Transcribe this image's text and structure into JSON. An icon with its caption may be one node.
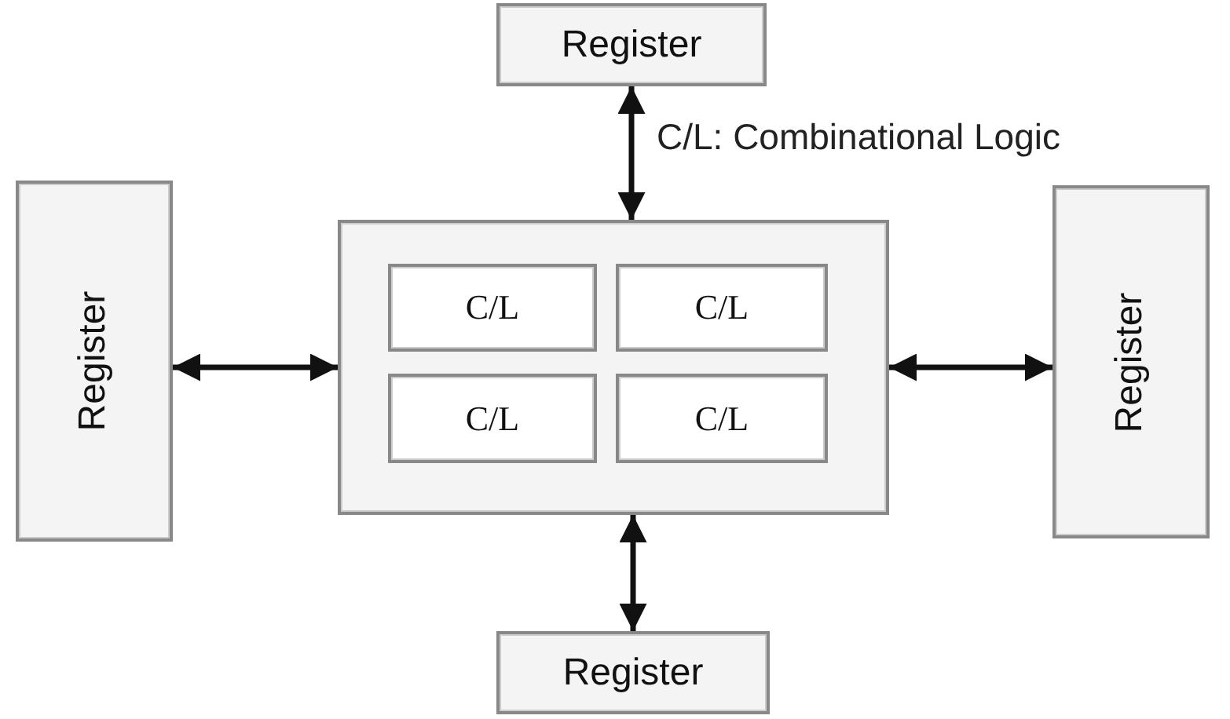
{
  "diagram": {
    "nodes": [
      {
        "text": [
          "Register"
        ]
      },
      {
        "text": [
          "Register"
        ]
      },
      {
        "text": [],
        "shape": "box"
      },
      {
        "text": [
          "C/L"
        ],
        "in": 2
      },
      {
        "text": [
          "C/L"
        ],
        "in": 2
      },
      {
        "text": [
          "C/L"
        ],
        "in": 2
      },
      {
        "text": [
          "C/L"
        ],
        "in": 2
      },
      {
        "text": [
          "Register"
        ]
      },
      {
        "text": [
          "Register"
        ]
      }
    ],
    "edges": [
      {
        "from": 0,
        "to": 2,
        "arrow": "both"
      },
      {
        "from": 1,
        "to": 2,
        "arrow": "both"
      },
      {
        "from": 2,
        "to": 7,
        "arrow": "both"
      },
      {
        "from": 2,
        "to": 8,
        "arrow": "both"
      }
    ],
    "labels": [
      "C/L: Combinational Logic"
    ]
  }
}
